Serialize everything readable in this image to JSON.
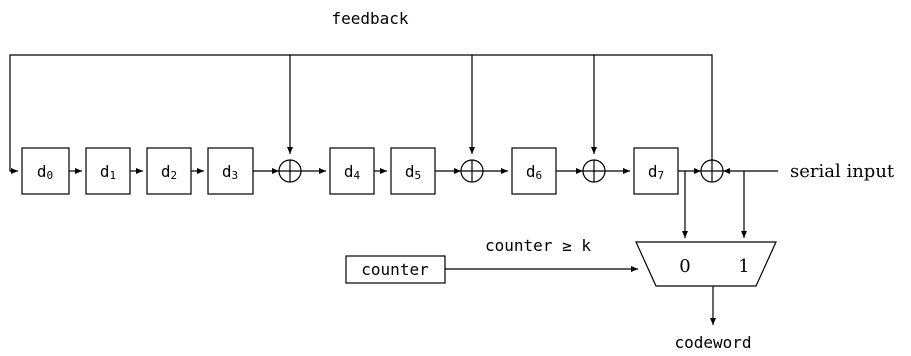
{
  "labels": {
    "feedback": "feedback",
    "serial_input": "serial input",
    "counter": "counter",
    "condition": "counter ≥ k",
    "codeword": "codeword",
    "mux_in0": "0",
    "mux_in1": "1"
  },
  "registers": [
    {
      "name": "d",
      "sub": "0"
    },
    {
      "name": "d",
      "sub": "1"
    },
    {
      "name": "d",
      "sub": "2"
    },
    {
      "name": "d",
      "sub": "3"
    },
    {
      "name": "d",
      "sub": "4"
    },
    {
      "name": "d",
      "sub": "5"
    },
    {
      "name": "d",
      "sub": "6"
    },
    {
      "name": "d",
      "sub": "7"
    }
  ]
}
